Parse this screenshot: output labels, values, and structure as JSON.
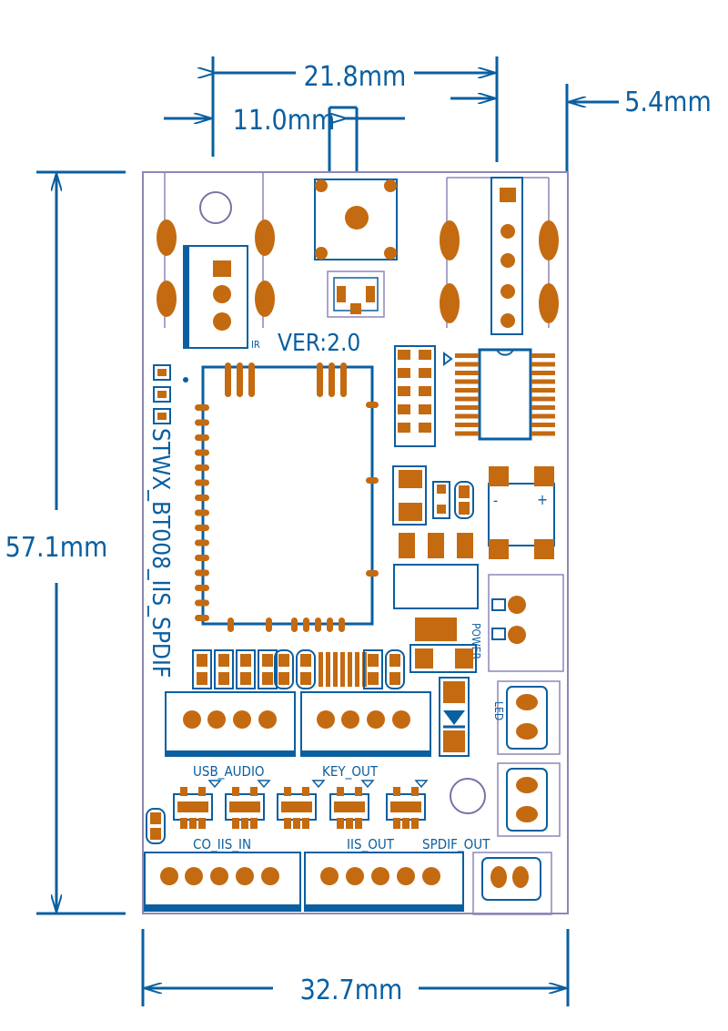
{
  "drawing": {
    "colors": {
      "dimension": "#0a5fa0",
      "copper": "#c46a10",
      "silkscreen": "#0a5fa0",
      "board_outline": "#8e86b8",
      "background": "#ffffff"
    },
    "dimensions": {
      "width_total": "32.7mm",
      "height_total": "57.1mm",
      "connector_spacing": "21.8mm",
      "button_width": "11.0mm",
      "edge_offset": "5.4mm"
    },
    "board": {
      "name": "STWX_BT008_IIS_SPDIF",
      "version": "VER:2.0",
      "ir_label": "IR",
      "power_label": "POWER",
      "led_label": "LED",
      "connectors": {
        "usb_audio": "USB_AUDIO",
        "key_out": "KEY_OUT",
        "co_iis_in": "CO_IIS_IN",
        "iis_out": "IIS_OUT",
        "spdif_out": "SPDIF_OUT"
      },
      "bridge_plus": "+",
      "bridge_minus": "-",
      "bridge_tilde": "~"
    }
  }
}
